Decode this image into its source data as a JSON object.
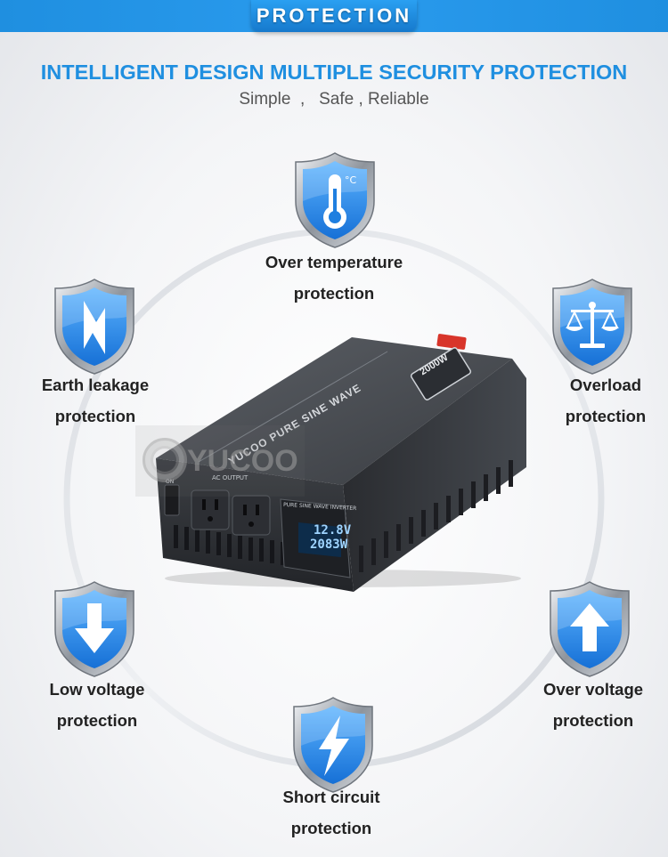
{
  "banner": {
    "title": "PROTECTION"
  },
  "headline": "INTELLIGENT DESIGN MULTIPLE SECURITY PROTECTION",
  "subline": "Simple  ,   Safe , Reliable",
  "colors": {
    "accent": "#1f8fe0",
    "shield": "#2a8ff0",
    "text": "#222222"
  },
  "features": [
    {
      "id": "over-temperature",
      "icon": "thermometer-icon",
      "line1": "Over temperature",
      "line2": "protection"
    },
    {
      "id": "overload",
      "icon": "balance-scale-icon",
      "line1": "Overload",
      "line2": "protection"
    },
    {
      "id": "over-voltage",
      "icon": "arrow-up-icon",
      "line1": "Over voltage",
      "line2": "protection"
    },
    {
      "id": "short-circuit",
      "icon": "lightning-icon",
      "line1": "Short circuit",
      "line2": "protection"
    },
    {
      "id": "low-voltage",
      "icon": "arrow-down-icon",
      "line1": "Low voltage",
      "line2": "protection"
    },
    {
      "id": "earth-leakage",
      "icon": "lightning-icon",
      "line1": "Earth leakage",
      "line2": "protection"
    }
  ],
  "product": {
    "brand": "YUCOO",
    "model_label": "PURE SINE WAVE",
    "power_rating": "2000W",
    "ac_output_label": "AC OUTPUT",
    "panel_title": "PURE SINE WAVE INVERTER",
    "display_voltage": "12.8V",
    "display_watts": "2083W",
    "switch_label": "ON"
  },
  "watermark": "YUCOO"
}
